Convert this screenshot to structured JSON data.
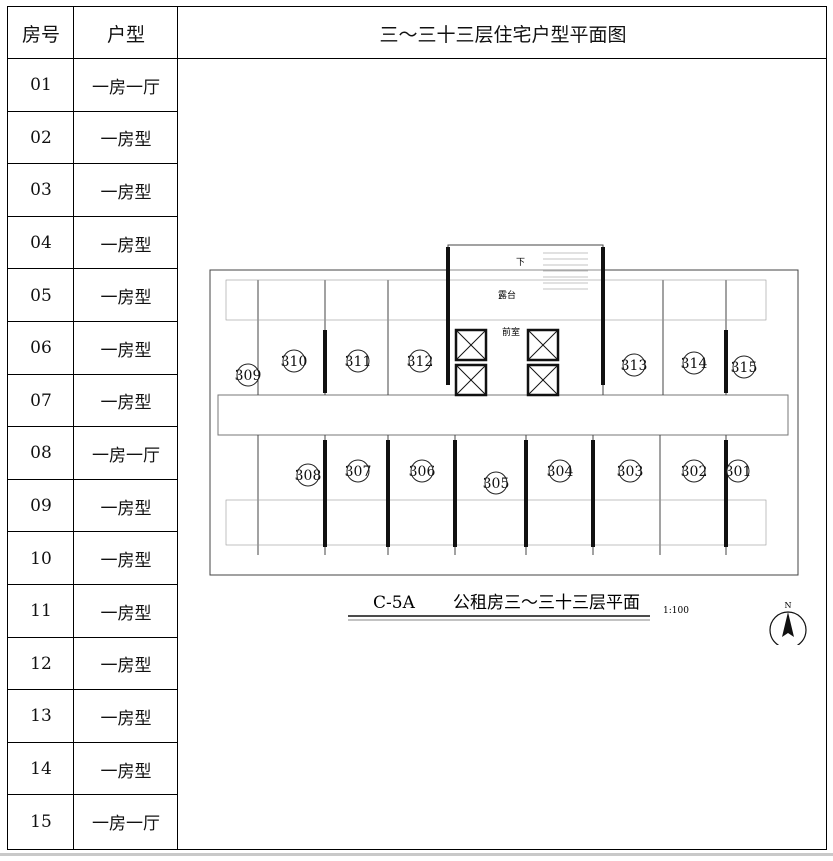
{
  "table": {
    "headers": {
      "room_no": "房号",
      "unit_type": "户型",
      "plan_title": "三～三十三层住宅户型平面图"
    },
    "rows": [
      {
        "no": "01",
        "type": "一房一厅"
      },
      {
        "no": "02",
        "type": "一房型"
      },
      {
        "no": "03",
        "type": "一房型"
      },
      {
        "no": "04",
        "type": "一房型"
      },
      {
        "no": "05",
        "type": "一房型"
      },
      {
        "no": "06",
        "type": "一房型"
      },
      {
        "no": "07",
        "type": "一房型"
      },
      {
        "no": "08",
        "type": "一房一厅"
      },
      {
        "no": "09",
        "type": "一房型"
      },
      {
        "no": "10",
        "type": "一房型"
      },
      {
        "no": "11",
        "type": "一房型"
      },
      {
        "no": "12",
        "type": "一房型"
      },
      {
        "no": "13",
        "type": "一房型"
      },
      {
        "no": "14",
        "type": "一房型"
      },
      {
        "no": "15",
        "type": "一房一厅"
      }
    ]
  },
  "floor_plan": {
    "code": "C-5A",
    "title": "公租房三～三十三层平面",
    "scale": "1:100",
    "north_label": "N",
    "top_rooms": [
      "310",
      "311",
      "312",
      "313",
      "314",
      "315"
    ],
    "bottom_rooms": [
      "308",
      "307",
      "306",
      "305",
      "304",
      "303",
      "302",
      "301"
    ],
    "extra_room": "309",
    "core_labels": {
      "front_room": "前室",
      "balcony": "露台",
      "stair": "下"
    }
  }
}
